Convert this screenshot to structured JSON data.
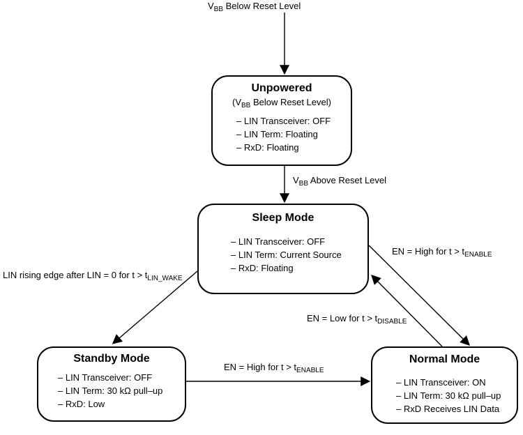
{
  "diagram": {
    "type": "state-diagram",
    "colors": {
      "line": "#000000",
      "background": "#ffffff",
      "text": "#000000"
    }
  },
  "states": {
    "unpowered": {
      "title": "Unpowered",
      "subtitle": {
        "pre": "(V",
        "sub": "BB",
        "post": " Below Reset Level)"
      },
      "items": [
        "– LIN Transceiver: OFF",
        "– LIN Term: Floating",
        "– RxD: Floating"
      ]
    },
    "sleep": {
      "title": "Sleep Mode",
      "items": [
        "– LIN Transceiver: OFF",
        "– LIN Term: Current Source",
        "– RxD: Floating"
      ]
    },
    "standby": {
      "title": "Standby Mode",
      "items": [
        "– LIN Transceiver: OFF",
        "– LIN Term: 30 kΩ pull–up",
        "– RxD: Low"
      ]
    },
    "normal": {
      "title": "Normal Mode",
      "items": [
        "– LIN Transceiver: ON",
        "– LIN Term: 30 kΩ pull–up",
        "– RxD Receives LIN Data"
      ]
    }
  },
  "transitions": {
    "vbb_below": {
      "pre": "V",
      "sub": "BB",
      "post": " Below Reset Level"
    },
    "vbb_above": {
      "pre": "V",
      "sub": "BB",
      "post": " Above Reset Level"
    },
    "en_high_sleep_to_normal": {
      "pre": "EN = High for t > t",
      "sub": "ENABLE",
      "post": ""
    },
    "en_low_normal_to_sleep": {
      "pre": "EN = Low for t > t",
      "sub": "DISABLE",
      "post": ""
    },
    "lin_wake_sleep_to_standby": {
      "pre": "LIN rising edge after LIN = 0 for t > t",
      "sub": "LIN_WAKE",
      "post": ""
    },
    "en_high_standby_to_normal": {
      "pre": "EN = High for t > t",
      "sub": "ENABLE",
      "post": ""
    }
  }
}
